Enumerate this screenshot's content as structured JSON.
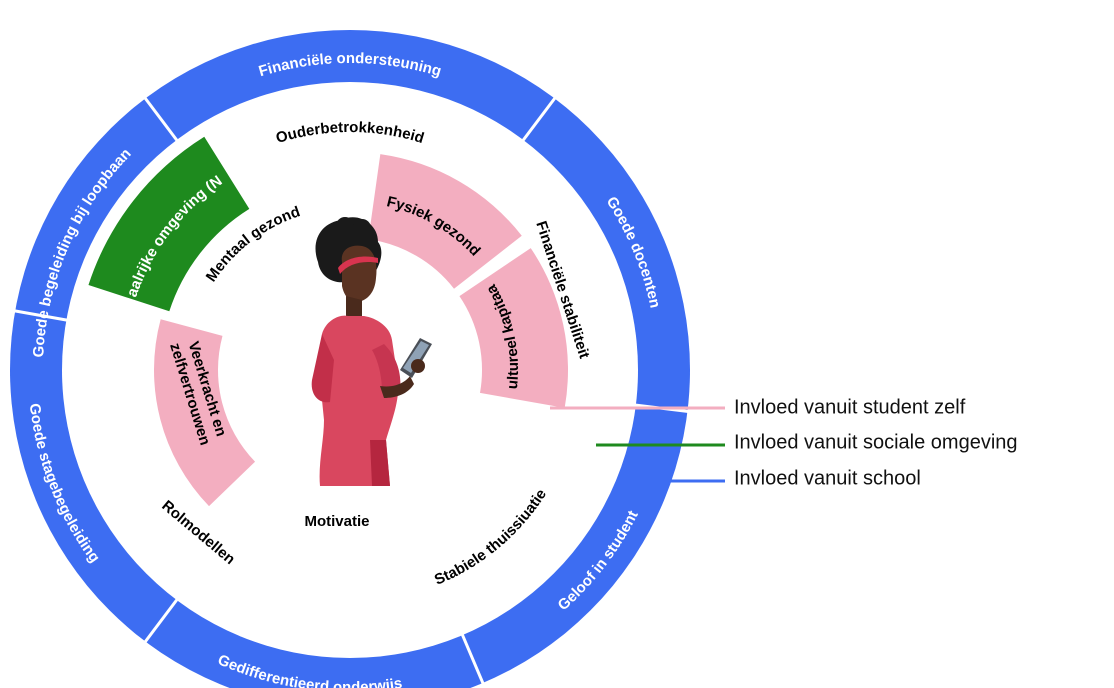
{
  "colors": {
    "school": "#3d6df2",
    "social": "#1e8a1e",
    "student": "#f3aec0",
    "divider": "#ffffff",
    "text_dark": "#000000",
    "text_light": "#ffffff"
  },
  "outer_ring": {
    "segments": [
      {
        "label": "Financiële ondersteuning"
      },
      {
        "label": "Goede docenten"
      },
      {
        "label": "Geloof in student"
      },
      {
        "label": "Gedifferentieerd onderwijs"
      },
      {
        "label": "Goede stagebegeleiding"
      },
      {
        "label": "Goede begeleiding bij loopbaan"
      }
    ]
  },
  "social_segments": [
    {
      "label": "Taalrijke omgeving (NL)"
    }
  ],
  "student_segments": [
    {
      "label": "Fysiek gezond"
    },
    {
      "label": "Cultureel kapitaal"
    },
    {
      "label": "Veerkracht en zelfvertrouwen"
    }
  ],
  "plain_labels": [
    {
      "label": "Ouderbetrokkenheid"
    },
    {
      "label": "Mentaal gezond"
    },
    {
      "label": "Financiële stabiliteit"
    },
    {
      "label": "Stabiele thuissiuatie"
    },
    {
      "label": "Motivatie"
    },
    {
      "label": "Rolmodellen"
    }
  ],
  "center_figure": {
    "icon": "student-with-tablet-icon"
  },
  "legend": [
    {
      "label": "Invloed vanuit student zelf",
      "color": "#f3aec0"
    },
    {
      "label": "Invloed vanuit sociale omgeving",
      "color": "#1e8a1e"
    },
    {
      "label": "Invloed vanuit school",
      "color": "#3d6df2"
    }
  ]
}
